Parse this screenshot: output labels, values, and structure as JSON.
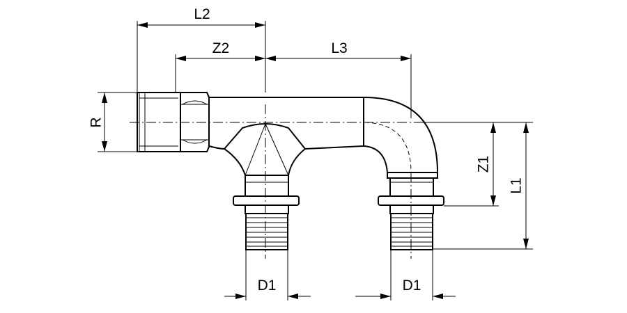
{
  "drawing": {
    "labels": {
      "l2": "L2",
      "z2": "Z2",
      "l3": "L3",
      "r": "R",
      "z1": "Z1",
      "l1": "L1",
      "d1_left": "D1",
      "d1_right": "D1"
    },
    "colors": {
      "line": "#000000",
      "background": "#ffffff"
    }
  }
}
